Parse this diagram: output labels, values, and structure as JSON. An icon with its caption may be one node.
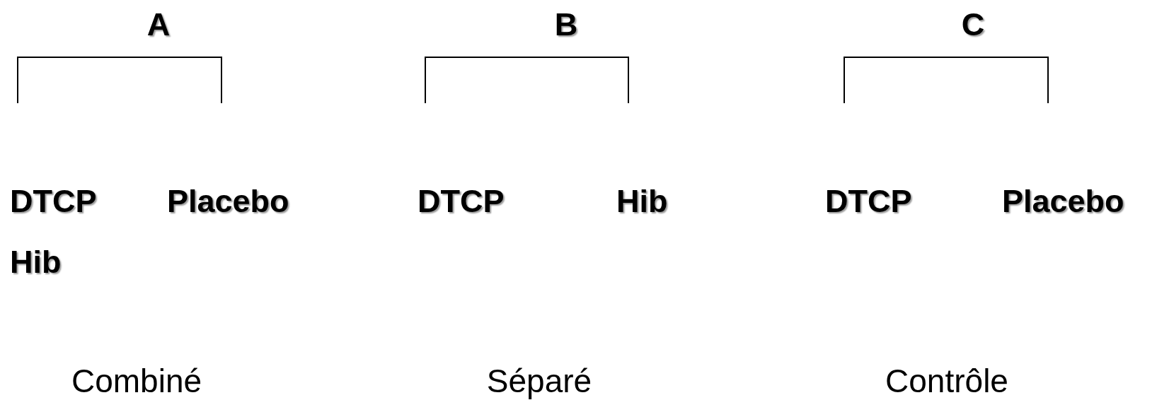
{
  "diagram": {
    "labels": [
      "A",
      "B",
      "C",
      "DTCP",
      "Placebo",
      "DTCP",
      "Hib",
      "DTCP",
      "Placebo",
      "Hib",
      "Combiné",
      "Séparé",
      "Contrôle"
    ]
  }
}
